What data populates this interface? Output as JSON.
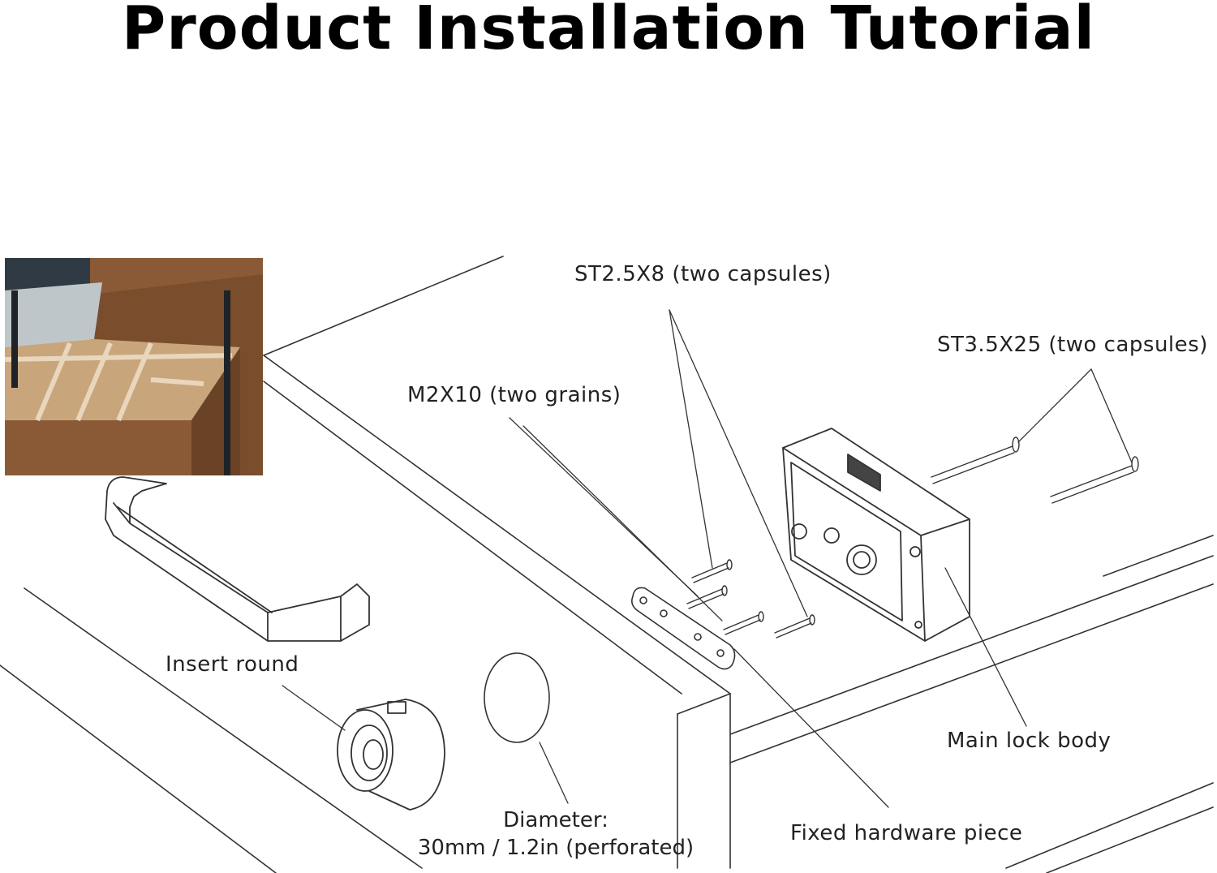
{
  "title": "Product Installation Tutorial",
  "labels": {
    "st25": "ST2.5X8 (two capsules)",
    "st35": "ST3.5X25 (two capsules)",
    "m2": "M2X10 (two grains)",
    "insert": "Insert round",
    "main_body": "Main lock body",
    "diameter_line1": "Diameter:",
    "diameter_line2": "30mm / 1.2in (perforated)",
    "fixed": "Fixed hardware piece"
  },
  "colors": {
    "line": "#333333",
    "wood": "#8a5a36",
    "wood_light": "#c9a57c",
    "dark_top": "#2f3a44"
  }
}
